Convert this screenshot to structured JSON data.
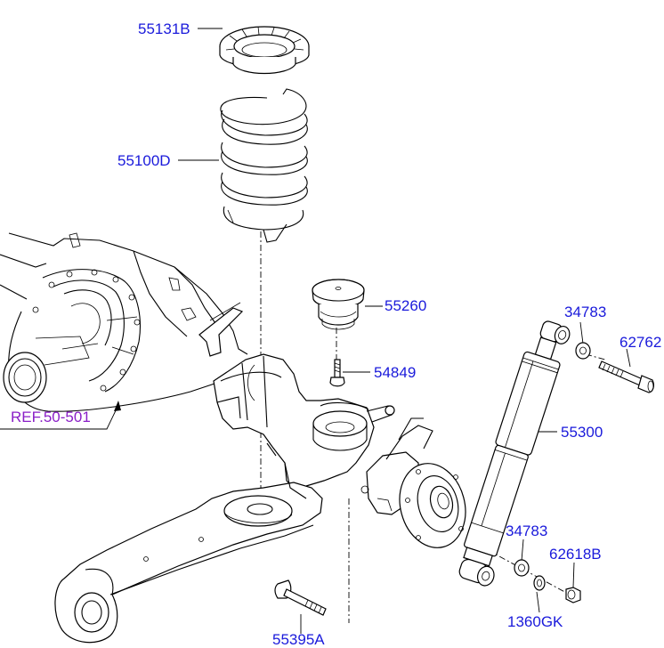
{
  "labels": {
    "p55131B": "55131B",
    "p55100D": "55100D",
    "p55260": "55260",
    "p54849": "54849",
    "p34783_top": "34783",
    "p62762": "62762",
    "p55300": "55300",
    "p34783_bottom": "34783",
    "p62618B": "62618B",
    "p1360GK": "1360GK",
    "p55395A": "55395A",
    "ref": "REF.50-501"
  },
  "colors": {
    "part_label": "#1a1adb",
    "ref_label": "#8a1fc7",
    "line": "#000000"
  }
}
